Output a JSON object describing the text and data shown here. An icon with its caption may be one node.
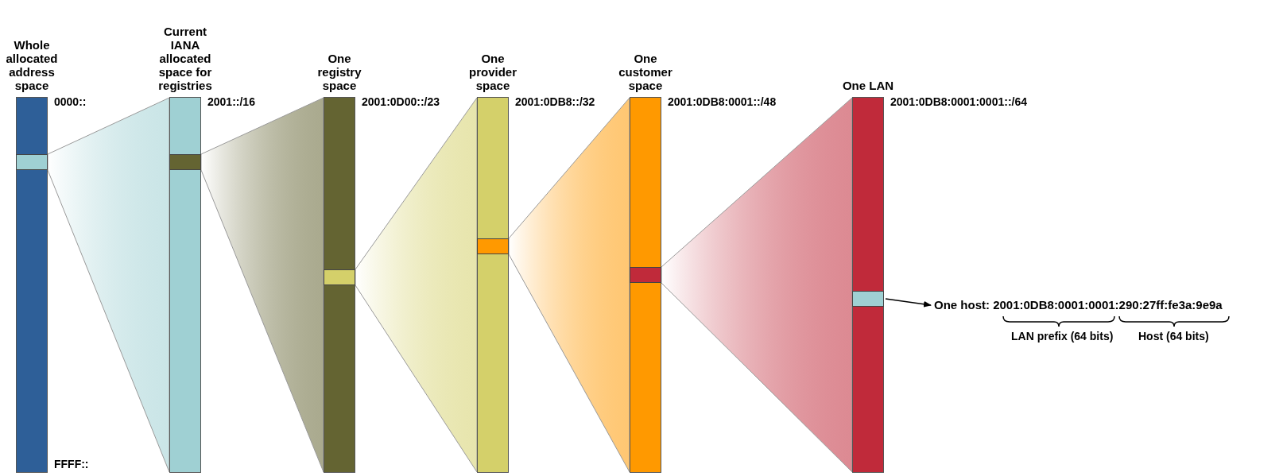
{
  "diagram": {
    "nodes": [
      {
        "text": [
          "Whole allocated address space"
        ],
        "beside": [
          "0000::",
          "FFFF::"
        ]
      },
      {
        "text": [
          "Current IANA allocated space for registries"
        ],
        "beside": [
          "2001::/16"
        ]
      },
      {
        "text": [
          "One registry space"
        ],
        "beside": [
          "2001:0D00::/23"
        ]
      },
      {
        "text": [
          "One provider space"
        ],
        "beside": [
          "2001:0DB8::/32"
        ]
      },
      {
        "text": [
          "One customer space"
        ],
        "beside": [
          "2001:0DB8:0001::/48"
        ]
      },
      {
        "text": [
          "One LAN"
        ],
        "beside": [
          "2001:0DB8:0001:0001::/64"
        ]
      },
      {
        "text": [
          "One host: 2001:0DB8:0001:0001:290:27ff:fe3a:9e9a"
        ]
      }
    ],
    "edges": [
      {
        "from": 0,
        "to": 1,
        "arrow": "none"
      },
      {
        "from": 1,
        "to": 2,
        "arrow": "none"
      },
      {
        "from": 2,
        "to": 3,
        "arrow": "none"
      },
      {
        "from": 3,
        "to": 4,
        "arrow": "none"
      },
      {
        "from": 4,
        "to": 5,
        "arrow": "none"
      },
      {
        "from": 5,
        "to": 6,
        "arrow": "to"
      }
    ],
    "labels": [
      "LAN prefix (64 bits)",
      "Host (64 bits)"
    ]
  }
}
